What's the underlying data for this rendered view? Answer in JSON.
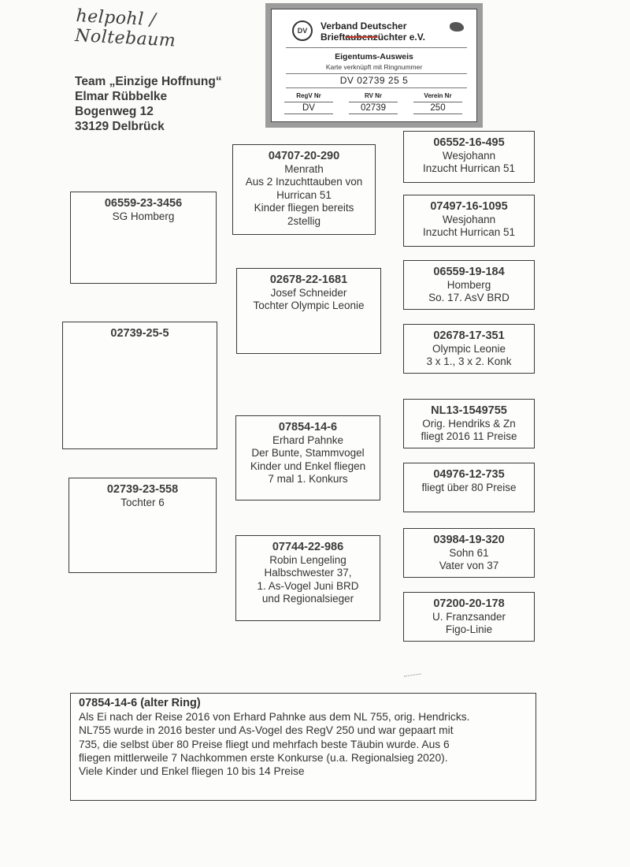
{
  "handwriting": "helpohl / Noltebaum",
  "owner": {
    "lines": [
      "Team „Einzige Hoffnung“",
      "Elmar Rübbelke",
      "Bogenweg 12",
      "33129 Delbrück"
    ]
  },
  "card": {
    "org_line1": "Verband Deutscher",
    "org_line2_pre": "Brieft",
    "org_line2_strike": "aubenz",
    "org_line2_post": "üchter e.V.",
    "logo": "DV",
    "title": "Eigentums-Ausweis",
    "subtitle": "Karte verknüpft mit Ringnummer",
    "ring": "DV 02739 25 5",
    "columns": [
      {
        "header": "RegV Nr",
        "value": "DV"
      },
      {
        "header": "RV Nr",
        "value": "02739"
      },
      {
        "header": "Verein Nr",
        "value": "250"
      }
    ]
  },
  "pedigree": {
    "subject": {
      "ring": "02739-25-5",
      "lines": []
    },
    "sire": {
      "ring": "06559-23-3456",
      "lines": [
        "SG Homberg"
      ]
    },
    "dam": {
      "ring": "02739-23-558",
      "lines": [
        "Tochter 6"
      ]
    },
    "sire_sire": {
      "ring": "04707-20-290",
      "lines": [
        "Menrath",
        "Aus 2 Inzuchttauben von",
        "Hurrican 51",
        "Kinder fliegen bereits",
        "2stellig"
      ]
    },
    "sire_dam": {
      "ring": "02678-22-1681",
      "lines": [
        "Josef Schneider",
        "Tochter Olympic Leonie"
      ]
    },
    "dam_sire": {
      "ring": "07854-14-6",
      "lines": [
        "Erhard Pahnke",
        "Der Bunte, Stammvogel",
        "Kinder und Enkel fliegen",
        "7 mal 1. Konkurs"
      ]
    },
    "dam_dam": {
      "ring": "07744-22-986",
      "lines": [
        "Robin Lengeling",
        "Halbschwester 37,",
        "1. As-Vogel Juni BRD",
        "und Regionalsieger"
      ]
    },
    "gg1": {
      "ring": "06552-16-495",
      "lines": [
        "Wesjohann",
        "Inzucht Hurrican 51"
      ]
    },
    "gg2": {
      "ring": "07497-16-1095",
      "lines": [
        "Wesjohann",
        "Inzucht Hurrican 51"
      ]
    },
    "gg3": {
      "ring": "06559-19-184",
      "lines": [
        "Homberg",
        "So. 17. AsV BRD"
      ]
    },
    "gg4": {
      "ring": "02678-17-351",
      "lines": [
        "Olympic Leonie",
        "3 x 1., 3 x 2. Konk"
      ]
    },
    "gg5": {
      "ring": "NL13-1549755",
      "lines": [
        "Orig. Hendriks & Zn",
        "fliegt 2016 11 Preise"
      ]
    },
    "gg6": {
      "ring": "04976-12-735",
      "lines": [
        "fliegt über 80 Preise"
      ]
    },
    "gg7": {
      "ring": "03984-19-320",
      "lines": [
        "Sohn 61",
        "Vater von 37"
      ]
    },
    "gg8": {
      "ring": "07200-20-178",
      "lines": [
        "U. Franzsander",
        "Figo-Linie"
      ]
    }
  },
  "footnote": {
    "title": "07854-14-6 (alter Ring)",
    "lines": [
      "Als Ei nach der Reise 2016 von Erhard Pahnke aus dem NL 755, orig. Hendricks.",
      "NL755 wurde in 2016 bester und As-Vogel des RegV 250 und war gepaart mit",
      "735, die selbst über 80 Preise fliegt und mehrfach beste Täubin wurde. Aus 6",
      "fliegen mittlerweile 7 Nachkommen erste Konkurse (u.a. Regionalsieg 2020).",
      "Viele Kinder und Enkel fliegen 10 bis 14 Preise"
    ]
  }
}
